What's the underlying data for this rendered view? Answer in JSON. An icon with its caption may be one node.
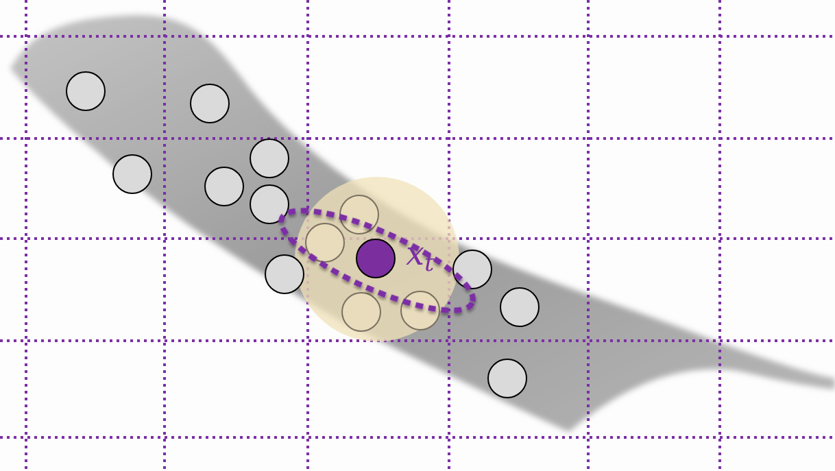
{
  "diagram": {
    "nodes": [
      {
        "text": [],
        "shape": "circle"
      },
      {
        "text": [],
        "shape": "circle"
      },
      {
        "text": [],
        "shape": "circle"
      },
      {
        "text": [],
        "shape": "circle"
      },
      {
        "text": [],
        "shape": "circle"
      },
      {
        "text": [],
        "shape": "circle"
      },
      {
        "text": [],
        "shape": "circle"
      },
      {
        "text": [],
        "shape": "circle"
      },
      {
        "text": [],
        "shape": "circle"
      },
      {
        "text": [],
        "shape": "circle"
      },
      {
        "text": [],
        "shape": "circle"
      },
      {
        "text": [],
        "shape": "circle"
      },
      {
        "text": [],
        "shape": "circle"
      },
      {
        "text": [],
        "shape": "circle"
      },
      {
        "text": [],
        "shape": "circle"
      }
    ],
    "labels": [
      "x$_{t}$"
    ]
  }
}
